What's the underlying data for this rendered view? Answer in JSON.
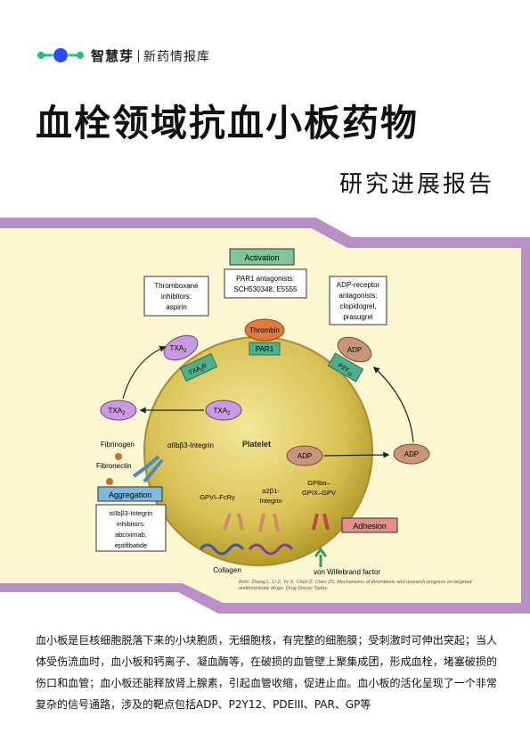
{
  "brand": {
    "name": "智慧芽",
    "sub": "新药情报库",
    "colors": {
      "green": "#22c07a",
      "blue": "#2a4dff"
    }
  },
  "title": "血栓领域抗血小板药物",
  "subtitle": "研究进展报告",
  "figure": {
    "platelet": "Platelet",
    "activation": "Activation",
    "par1_antagonists": [
      "PAR1 antagonists:",
      "SCH530348, E5555"
    ],
    "thromboxane_inhibitors": [
      "Thromboxane",
      "inhibitors:",
      "aspirin"
    ],
    "adp_receptor_antagonists": [
      "ADP-receptor",
      "antagonists:",
      "clopidogrel,",
      "prasugrel"
    ],
    "thrombin": "Thrombin",
    "par1": "PAR1",
    "txa2": "TXA",
    "txa2_sub": "2",
    "txa2r": "TXA",
    "txa2r_sub": "2",
    "txa2r_suffix": "R",
    "adp": "ADP",
    "p2y12": "P2Y",
    "p2y12_sub": "12",
    "fibrinogen": "Fibrinogen",
    "fibronectin": "Fibronectin",
    "aggregation": "Aggregation",
    "integrin_inhibitors": [
      "αIIbβ3-Integrin",
      "inhibitors:",
      "abciximab,",
      "eptifibatide"
    ],
    "integrin_label": "αIIbβ3-Integrin",
    "gpvi": "GPVI–FcRγ",
    "a2b1": "α2β1-",
    "a2b1_2": "Integrin",
    "gpib": "GPIbα–",
    "gpib_2": "GPIX–GPV",
    "adhesion": "Adhesion",
    "collagen": "Collagen",
    "vwf": "von Willebrand factor",
    "citation": "Refs: Zhang L, Li Z, Ye X, Chen Z, Chen ZS. Mechanisms of thrombosis and research progress on targeted antithrombotic drugs. Drug Discov Today."
  },
  "body": "血小板是巨核细胞脱落下来的小块胞质，无细胞核，有完整的细胞膜；受刺激时可伸出突起；当人体受伤流血时，血小板和钙离子、凝血酶等，在破损的血管壁上聚集成团，形成血栓，堵塞破损的伤口和血管；血小板还能释放肾上腺素，引起血管收缩，促进止血。血小板的活化呈现了一个非常复杂的信号通路，涉及的靶点包括ADP、P2Y12、PDEIII、PAR、GP等"
}
